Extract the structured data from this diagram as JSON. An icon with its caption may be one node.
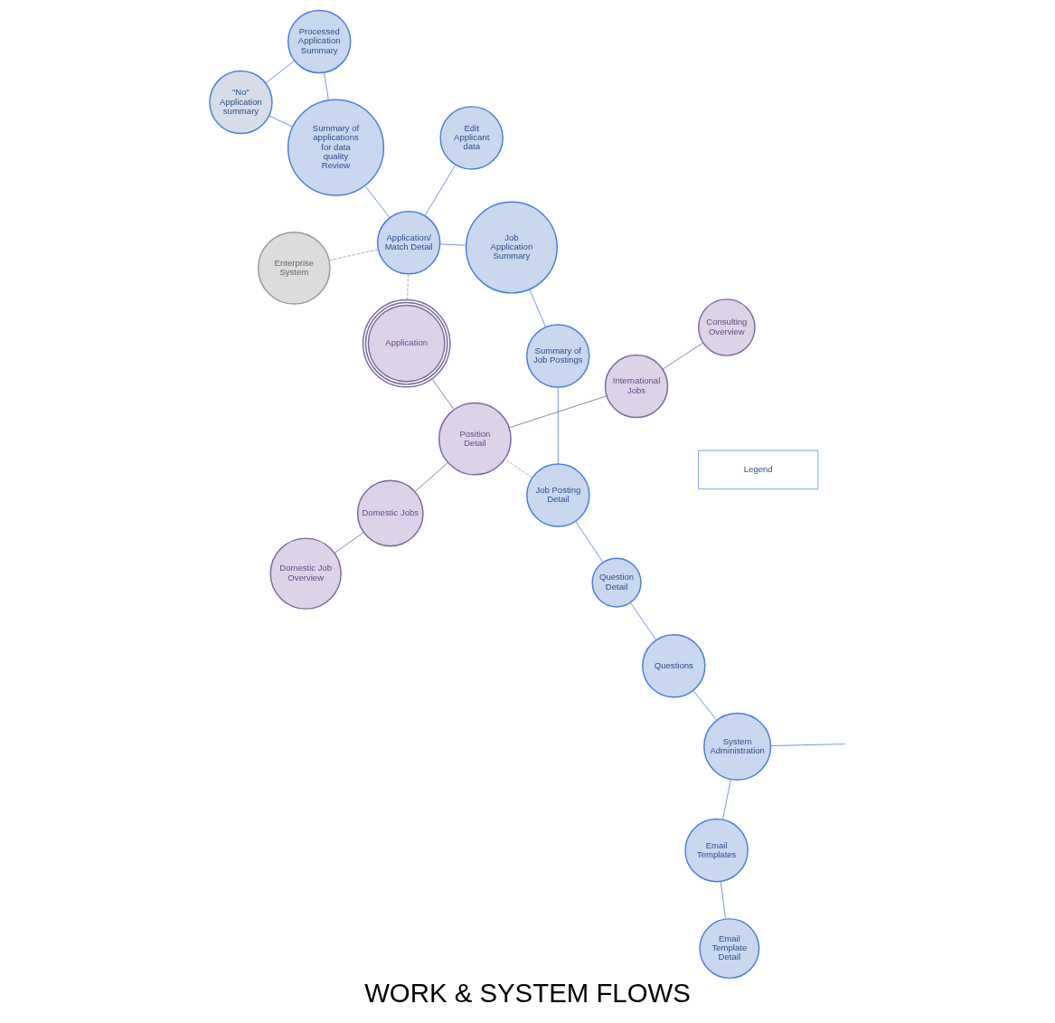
{
  "diagram": {
    "title": "WORK & SYSTEM FLOWS",
    "nodes": [
      {
        "text": [
          "Enterprise System"
        ]
      },
      {
        "text": [
          "Email Template Detail"
        ]
      },
      {
        "text": [
          "Question Detail"
        ]
      },
      {
        "text": [
          "Job Application Summary"
        ]
      },
      {
        "text": [
          "Application/ Match Detail"
        ]
      },
      {
        "text": [
          "Edit Applicant data"
        ]
      },
      {
        "text": [
          "Email Templates"
        ]
      },
      {
        "text": [
          "Job Posting Detail"
        ]
      },
      {
        "text": [
          "Questions"
        ]
      },
      {
        "text": [
          "Summary of Job Postings"
        ]
      },
      {
        "text": [
          "\"No\" Application summary"
        ]
      },
      {
        "text": [
          "Summary of applications for data quality Review"
        ]
      },
      {
        "text": [
          "System Administration"
        ]
      },
      {
        "text": [
          "Processed Application Summary"
        ]
      },
      {
        "text": [
          "Application"
        ]
      },
      {
        "text": [
          "Position Detail"
        ]
      },
      {
        "text": [
          "Consulting Overview"
        ]
      },
      {
        "text": [
          "International Jobs"
        ]
      },
      {
        "text": [
          "Domestic Jobs"
        ]
      },
      {
        "text": [
          "Domestic Job Overview"
        ]
      }
    ],
    "edges": [
      {
        "from": 1,
        "to": 6,
        "arrow": "none"
      },
      {
        "from": 6,
        "to": 12,
        "arrow": "none"
      },
      {
        "from": null,
        "to": 12,
        "arrow": "none"
      },
      {
        "from": 12,
        "to": 8,
        "arrow": "none"
      },
      {
        "from": 8,
        "to": 2,
        "arrow": "none"
      },
      {
        "from": 2,
        "to": 7,
        "arrow": "none"
      },
      {
        "from": 7,
        "to": 9,
        "arrow": "none"
      },
      {
        "from": 9,
        "to": 3,
        "arrow": "none"
      },
      {
        "from": 3,
        "to": 4,
        "arrow": "none"
      },
      {
        "from": 4,
        "to": 0,
        "arrow": "none",
        "style": "dashed",
        "color": "#aaaaaa"
      },
      {
        "from": 4,
        "to": 5,
        "arrow": "none"
      },
      {
        "from": 4,
        "to": 11,
        "arrow": "none"
      },
      {
        "from": 11,
        "to": 10,
        "arrow": "none"
      },
      {
        "from": 10,
        "to": 13,
        "arrow": "none"
      },
      {
        "from": 11,
        "to": 13,
        "arrow": "none"
      },
      {
        "from": 4,
        "to": 14,
        "arrow": "none",
        "style": "dashed",
        "color": "#aaaaaa"
      },
      {
        "from": 7,
        "to": 15,
        "arrow": "none",
        "style": "dashed",
        "color": "#aaaaaa"
      },
      {
        "from": 15,
        "to": 14,
        "arrow": "none",
        "color": "#8a7ca8"
      },
      {
        "from": 15,
        "to": 17,
        "arrow": "none",
        "color": "#8a7ca8"
      },
      {
        "from": 15,
        "to": 18,
        "arrow": "none",
        "color": "#8a7ca8"
      },
      {
        "from": 16,
        "to": 17,
        "arrow": "none",
        "color": "#8a7ca8"
      },
      {
        "from": 18,
        "to": 19,
        "arrow": "none",
        "color": "#8a7ca8"
      }
    ],
    "labels": [
      "Legend"
    ]
  }
}
